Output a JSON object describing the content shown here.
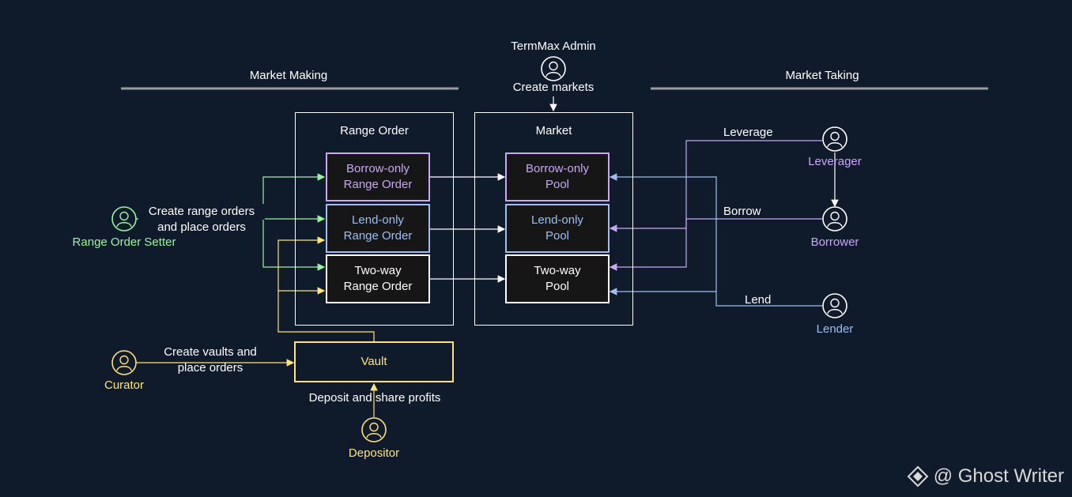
{
  "header": {
    "admin_label": "TermMax Admin",
    "admin_action": "Create markets",
    "market_making": "Market Making",
    "market_taking": "Market Taking"
  },
  "range_order_group": {
    "title": "Range Order",
    "borrow_only": [
      "Borrow-only",
      "Range Order"
    ],
    "lend_only": [
      "Lend-only",
      "Range Order"
    ],
    "two_way": [
      "Two-way",
      "Range Order"
    ]
  },
  "market_group": {
    "title": "Market",
    "borrow_only": [
      "Borrow-only",
      "Pool"
    ],
    "lend_only": [
      "Lend-only",
      "Pool"
    ],
    "two_way": [
      "Two-way",
      "Pool"
    ]
  },
  "vault": {
    "label": "Vault"
  },
  "actors": {
    "range_order_setter": "Range Order Setter",
    "curator": "Curator",
    "depositor": "Depositor",
    "leverager": "Leverager",
    "borrower": "Borrower",
    "lender": "Lender"
  },
  "edges": {
    "setter_action": [
      "Create range orders",
      "and place orders"
    ],
    "curator_action": [
      "Create vaults and",
      "place orders"
    ],
    "depositor_action": "Deposit and share profits",
    "leverage": "Leverage",
    "borrow": "Borrow",
    "lend": "Lend"
  },
  "colors": {
    "background": "#0f1b2b",
    "purple": "#c9a7f5",
    "blue": "#9fbdf0",
    "yellow": "#ffe27a",
    "green": "#9df2a0",
    "white": "#ffffff"
  },
  "watermark": "@ Ghost Writer"
}
